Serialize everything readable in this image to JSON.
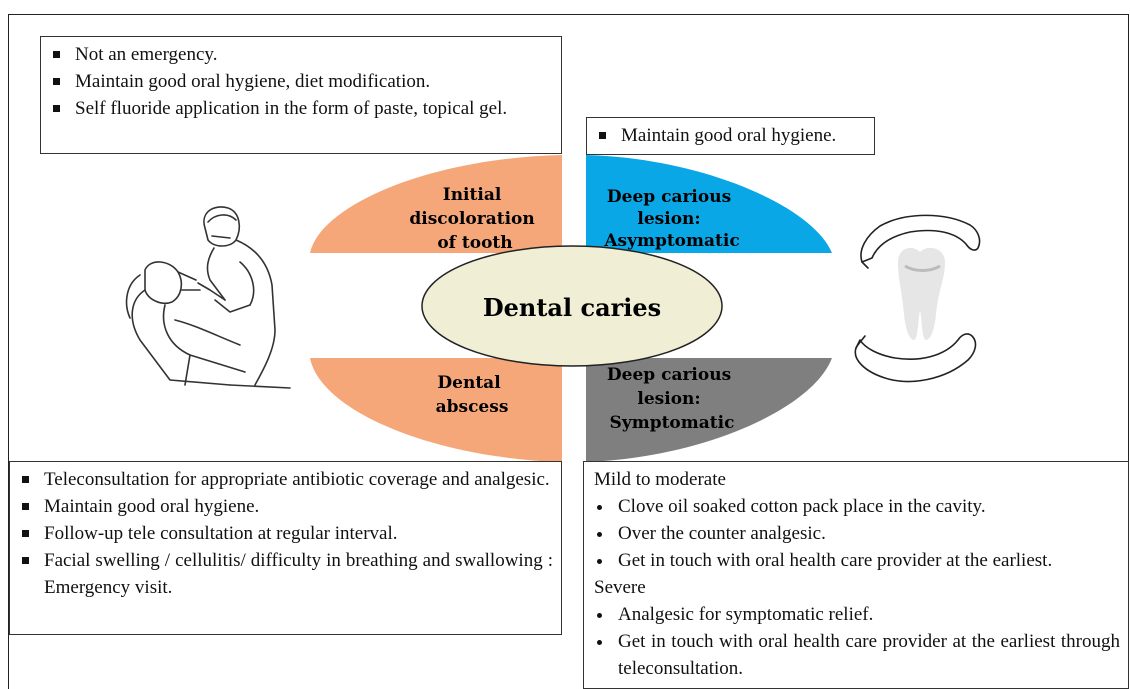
{
  "diagram": {
    "center": "Dental caries",
    "quadrants": [
      {
        "lines": [
          "Initial",
          "discoloration",
          "of tooth"
        ],
        "color": "#F5A77A"
      },
      {
        "lines": [
          "Deep carious",
          "lesion:",
          "Asymptomatic"
        ],
        "color": "#0AA7E6"
      },
      {
        "lines": [
          "Dental",
          "abscess"
        ],
        "color": "#F5A77A"
      },
      {
        "lines": [
          "Deep carious",
          "lesion:",
          "Symptomatic"
        ],
        "color": "#7F7F7F"
      }
    ],
    "center_fill": "#F0EFD6"
  },
  "boxes": {
    "initial": {
      "items": [
        "Not an emergency.",
        "Maintain good oral hygiene, diet modification.",
        "Self fluoride application in the form of paste, topical gel."
      ]
    },
    "asymptomatic": {
      "items": [
        "Maintain good oral hygiene."
      ]
    },
    "abscess": {
      "items": [
        "Teleconsultation for appropriate antibiotic coverage and analgesic.",
        "Maintain good oral hygiene.",
        "Follow-up tele consultation at regular interval.",
        "Facial swelling / cellulitis/ difficulty in breathing and swallowing : Emergency visit."
      ]
    },
    "symptomatic": {
      "heading_mild": "Mild to moderate",
      "mild_items": [
        "Clove oil soaked cotton pack place in the cavity.",
        "Over the counter analgesic.",
        "Get in touch with oral health care provider at the earliest."
      ],
      "heading_severe": "Severe",
      "severe_items": [
        "Analgesic for symptomatic relief.",
        "Get in touch with oral health care provider at the earliest through teleconsultation."
      ]
    }
  },
  "icons": [
    "dentist-patient-illustration",
    "tooth-in-hands-illustration"
  ]
}
